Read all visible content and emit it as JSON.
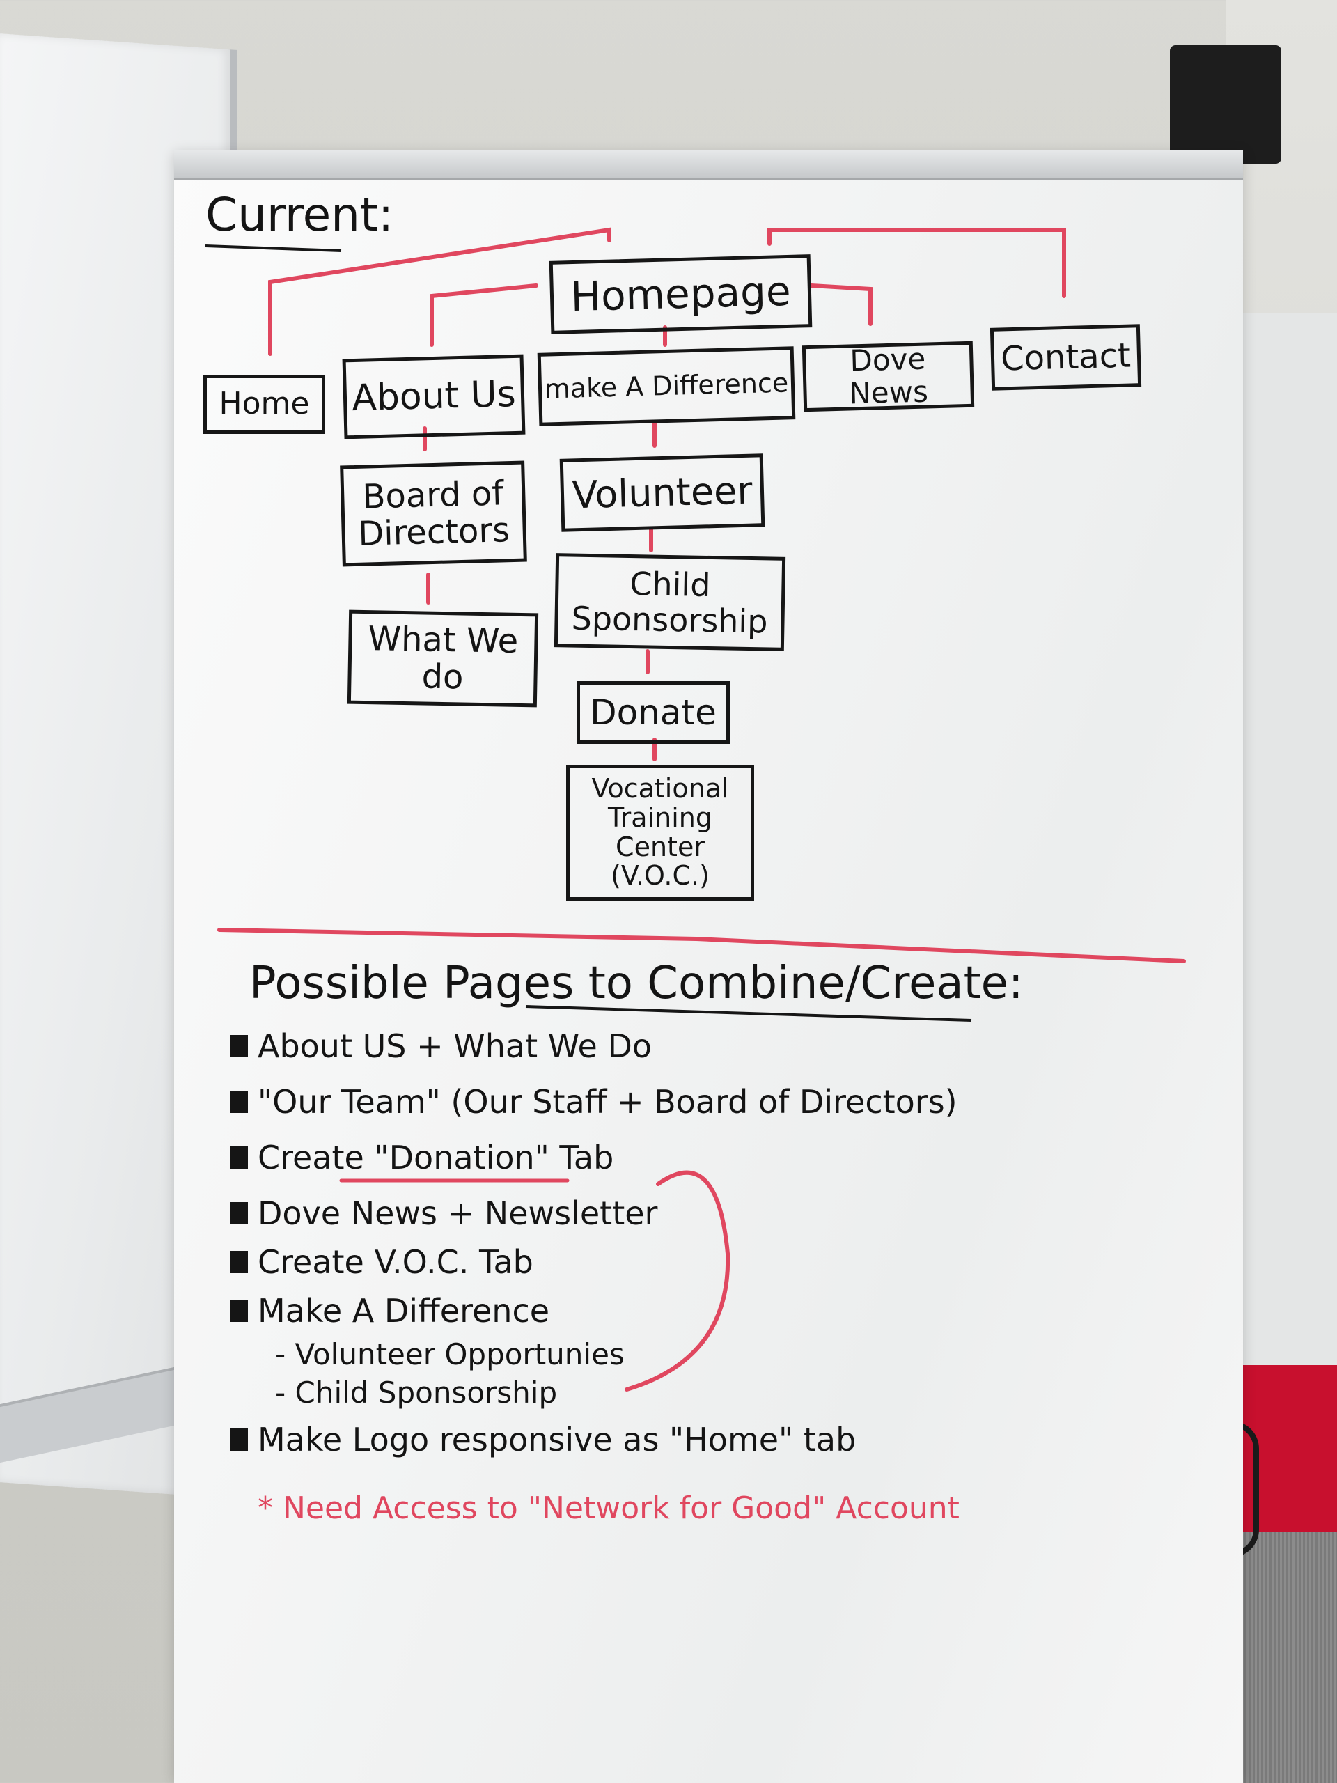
{
  "board": {
    "current_label": "Current:",
    "sitemap": {
      "root": "Homepage",
      "top_level": [
        "Home",
        "About Us",
        "make A Difference",
        "Dove News",
        "Contact"
      ],
      "about_children": [
        "Board of Directors",
        "What We do"
      ],
      "difference_children": [
        "Volunteer",
        "Child Sponsorship",
        "Donate",
        "Vocational Training Center (V.O.C.)"
      ]
    },
    "section_title": "Possible Pages to Combine/Create:",
    "items": [
      "About US + What We Do",
      "\"Our Team\" (Our Staff + Board of Directors)",
      "Create \"Donation\" Tab",
      "Dove News + Newsletter",
      "Create V.O.C. Tab",
      "Make A Difference"
    ],
    "sub_items": [
      "- Volunteer Opportunies",
      "- Child Sponsorship"
    ],
    "last_item": "Make Logo responsive as \"Home\" tab",
    "note": "* Need Access to \"Network for Good\" Account"
  },
  "colors": {
    "marker_black": "#141414",
    "marker_red": "#e0475f"
  }
}
